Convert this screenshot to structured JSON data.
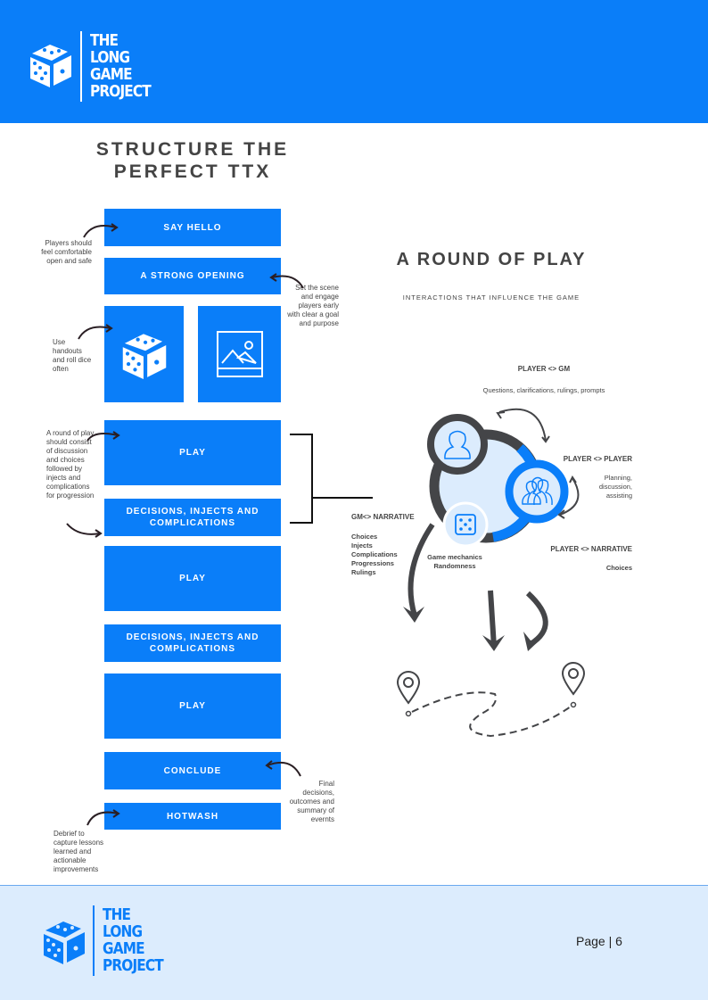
{
  "brand": {
    "logo_lines": [
      "THE",
      "LONG",
      "GAME",
      "PROJECT"
    ]
  },
  "title": {
    "line1": "STRUCTURE THE",
    "line2": "PERFECT TTX"
  },
  "flow": {
    "say_hello": "SAY HELLO",
    "opening": "A STRONG OPENING",
    "play1": "PLAY",
    "decisions1": "DECISIONS, INJECTS AND COMPLICATIONS",
    "play2": "PLAY",
    "decisions2": "DECISIONS, INJECTS AND COMPLICATIONS",
    "play3": "PLAY",
    "conclude": "CONCLUDE",
    "hotwash": "HOTWASH"
  },
  "notes": {
    "hello": "Players should feel comfortable open and safe",
    "opening": "Set the scene and engage players early with clear a goal and purpose",
    "handouts": "Use handouts and roll dice often",
    "round": "A round of play should consist of discussion and choices followed by injects and complications for progression",
    "conclude": "Final decisions, outcomes and summary of evernts",
    "hotwash": "Debrief to capture lessons learned and actionable improvements"
  },
  "round": {
    "title": "A ROUND OF PLAY",
    "subtitle": "INTERACTIONS THAT INFLUENCE THE GAME",
    "player_gm": {
      "label": "PLAYER <> GM",
      "desc": "Questions, clarifications, rulings, prompts"
    },
    "player_player": {
      "label": "PLAYER <> PLAYER",
      "desc": "Planning, discussion, assisting"
    },
    "gm_narrative": {
      "label": "GM<> NARRATIVE",
      "items": [
        "Choices",
        "Injects",
        "Complications",
        "Progressions",
        "Rulings"
      ]
    },
    "mechanics": {
      "items": [
        "Game mechanics",
        "Randomness"
      ]
    },
    "player_narrative": {
      "label": "PLAYER <> NARRATIVE",
      "desc": "Choices"
    }
  },
  "footer": {
    "page": "Page | 6"
  },
  "colors": {
    "blue": "#0a7ef9",
    "dark": "#444548",
    "light": "#dcecfd"
  }
}
